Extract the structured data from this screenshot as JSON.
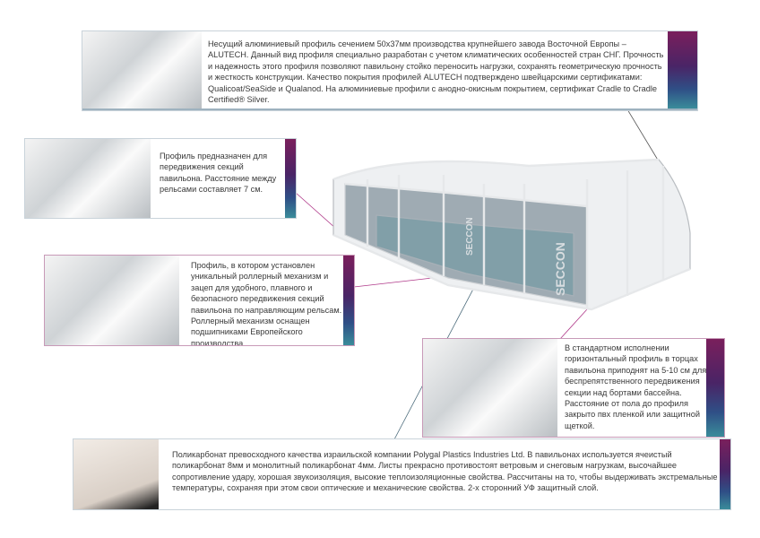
{
  "callouts": {
    "frame_profile": "Несущий алюминиевый профиль сечением 50x37мм производства крупнейшего завода Восточной Европы – ALUTECH. Данный вид профиля специально разработан с учетом климатических особенностей стран СНГ. Прочность и надежность этого профиля позволяют павильону стойко переносить нагрузки, сохранять геометрическую прочность и жесткость конструкции. Качество покрытия профилей ALUTECH подтверждено швейцарскими сертификатами: Qualicoat/SeaSide и Qualanod. На алюминиевые профили с анодно-окисным покрытием, сертификат Cradle to Cradle Certified® Silver.",
    "rail_profile": "Профиль предназначен для передвижения секций павильона. Расстояние между рельсами составляет 7 см.",
    "roller_profile": "Профиль, в котором установлен уникальный роллерный механизм и зацеп для удобного, плавного и безопасного передвижения секций павильона по направляющим рельсам. Роллерный механизм оснащен подшипниками Европейского производства.",
    "end_profile": "В стандартном исполнении горизонтальный профиль в торцах павильона приподнят на 5-10 см для беспрепятственного передвижения секции над бортами бассейна. Расстояние от пола до профиля закрыто пвх пленкой или защитной щеткой.",
    "polycarbonate": "Поликарбонат превосходного качества израильской компании Polygal Plastics Industries Ltd. В павильонах используется ячеистый поликарбонат 8мм и монолитный поликарбонат 4мм. Листы прекрасно противостоят ветровым и снеговым нагрузкам, высочайшее сопротивление удару, хорошая звукоизоляция, высокие теплоизоляционные свойства. Рассчитаны на то, чтобы выдерживать экстремальные температуры, сохраняя при этом свои оптические и механические свойства. 2-х сторонний УФ защитный слой."
  },
  "brand": "SECCON",
  "colors": {
    "strip_top": "#7a1f5c",
    "strip_bottom": "#3a8c9a",
    "border": "#9eb2bf"
  }
}
